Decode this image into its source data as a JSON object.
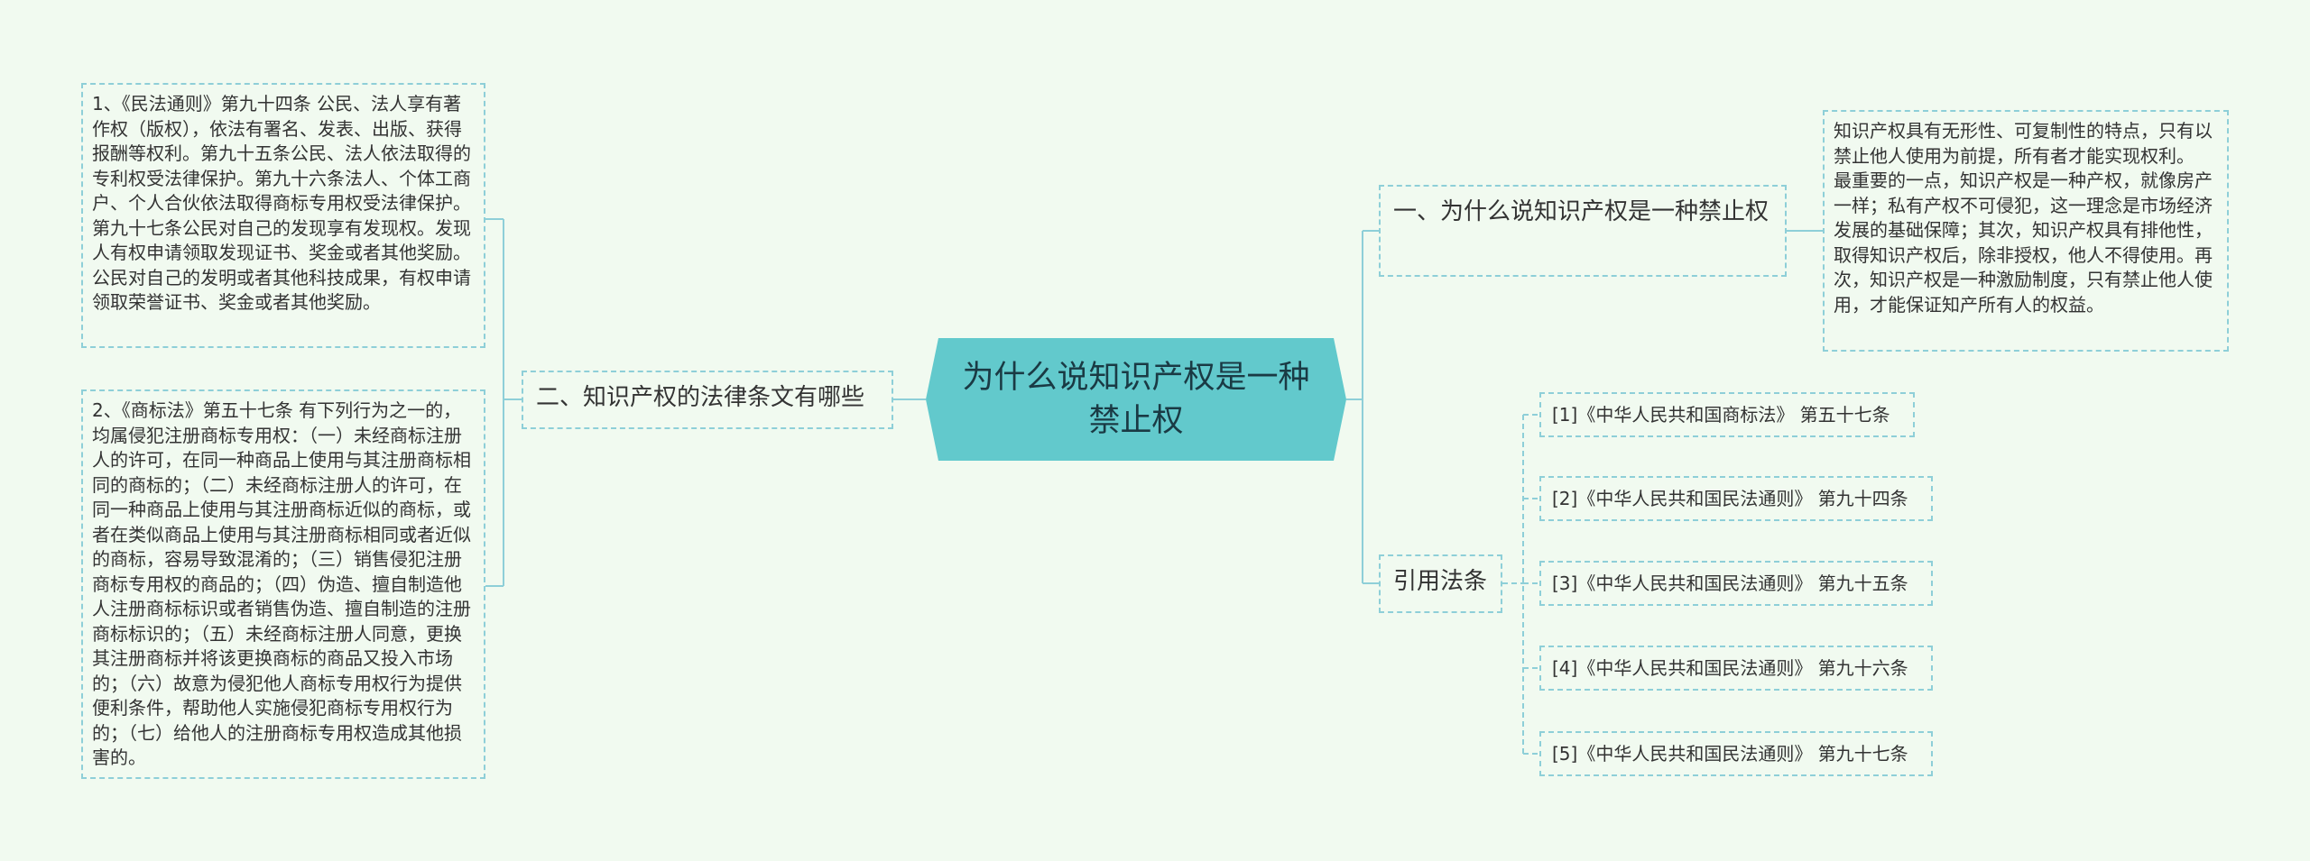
{
  "root": {
    "label": "为什么说知识产权是一种禁止权"
  },
  "left_branch": {
    "label": "二、知识产权的法律条文有哪些",
    "items": [
      "1、《民法通则》第九十四条 公民、法人享有著作权（版权），依法有署名、发表、出版、获得报酬等权利。第九十五条公民、法人依法取得的专利权受法律保护。第九十六条法人、个体工商户、个人合伙依法取得商标专用权受法律保护。第九十七条公民对自己的发现享有发现权。发现人有权申请领取发现证书、奖金或者其他奖励。公民对自己的发明或者其他科技成果，有权申请领取荣誉证书、奖金或者其他奖励。",
      "2、《商标法》第五十七条 有下列行为之一的，均属侵犯注册商标专用权：（一）未经商标注册人的许可，在同一种商品上使用与其注册商标相同的商标的；（二）未经商标注册人的许可，在同一种商品上使用与其注册商标近似的商标，或者在类似商品上使用与其注册商标相同或者近似的商标，容易导致混淆的；（三）销售侵犯注册商标专用权的商品的；（四）伪造、擅自制造他人注册商标标识或者销售伪造、擅自制造的注册商标标识的；（五）未经商标注册人同意，更换其注册商标并将该更换商标的商品又投入市场的；（六）故意为侵犯他人商标专用权行为提供便利条件，帮助他人实施侵犯商标专用权行为的；（七）给他人的注册商标专用权造成其他损害的。"
    ]
  },
  "right_branch_1": {
    "label": "一、为什么说知识产权是一种禁止权",
    "detail": "知识产权具有无形性、可复制性的特点，只有以禁止他人使用为前提，所有者才能实现权利。 最重要的一点，知识产权是一种产权，就像房产一样；私有产权不可侵犯，这一理念是市场经济发展的基础保障；其次，知识产权具有排他性，取得知识产权后，除非授权，他人不得使用。再次，知识产权是一种激励制度，只有禁止他人使用，才能保证知产所有人的权益。"
  },
  "right_branch_2": {
    "label": "引用法条",
    "refs": [
      "[1]《中华人民共和国商标法》 第五十七条",
      "[2]《中华人民共和国民法通则》 第九十四条",
      "[3]《中华人民共和国民法通则》 第九十五条",
      "[4]《中华人民共和国民法通则》 第九十六条",
      "[5]《中华人民共和国民法通则》 第九十七条"
    ]
  },
  "colors": {
    "root_fill": "#62c9cc",
    "connector": "#8ecfd8",
    "background": "#f1faf0"
  }
}
